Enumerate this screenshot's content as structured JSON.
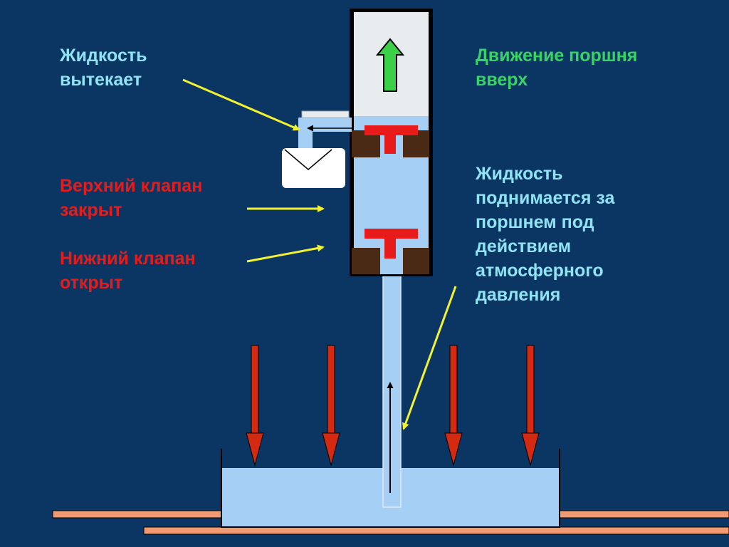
{
  "labels": {
    "liquid_flows_out": "Жидкость\nвытекает",
    "piston_moves_up": "Движение поршня\nвверх",
    "upper_valve_closed": "Верхний клапан\nзакрыт",
    "lower_valve_open": "Нижний клапан\nоткрыт",
    "liquid_rises": "Жидкость\nподнимается за\nпоршнем под\nдействием\nатмосферного\nдавления"
  },
  "colors": {
    "background": "#0b3563",
    "label_liquid": "#8fe3f2",
    "label_motion": "#37d465",
    "label_valve": "#e81b1b",
    "water": "#a6cff5",
    "valve_seat": "#4a2a14",
    "valve_plug": "#e81b1b",
    "pointer_arrow": "#f2f230",
    "pressure_arrow": "#d42a12",
    "ground_stripe": "#f29a72"
  },
  "icons": {
    "up_arrow": "arrow-up-icon",
    "pressure": "arrow-down-icon",
    "pointer": "pointer-arrow-icon"
  }
}
